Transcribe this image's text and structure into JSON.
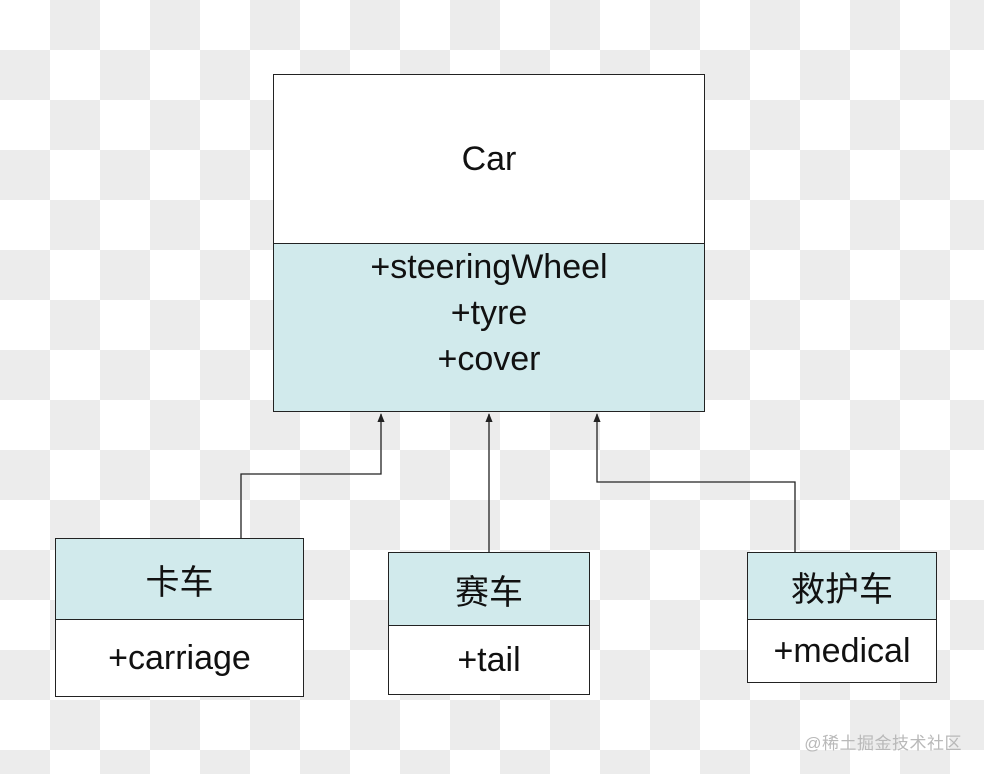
{
  "diagram": {
    "classes": [
      {
        "id": "car",
        "name": "Car",
        "attributes": [
          "+steeringWheel",
          "+tyre",
          "+cover"
        ]
      },
      {
        "id": "truck",
        "name": "卡车",
        "attributes": [
          "+carriage"
        ]
      },
      {
        "id": "racer",
        "name": "赛车",
        "attributes": [
          "+tail"
        ]
      },
      {
        "id": "ambulance",
        "name": "救护车",
        "attributes": [
          "+medical"
        ]
      }
    ],
    "relations": [
      {
        "type": "inheritance",
        "from": "truck",
        "to": "car"
      },
      {
        "type": "inheritance",
        "from": "racer",
        "to": "car"
      },
      {
        "type": "inheritance",
        "from": "ambulance",
        "to": "car"
      }
    ],
    "colors": {
      "attribute_fill": "#d1eaec",
      "line": "#222222"
    }
  },
  "watermark": "@稀土掘金技术社区"
}
